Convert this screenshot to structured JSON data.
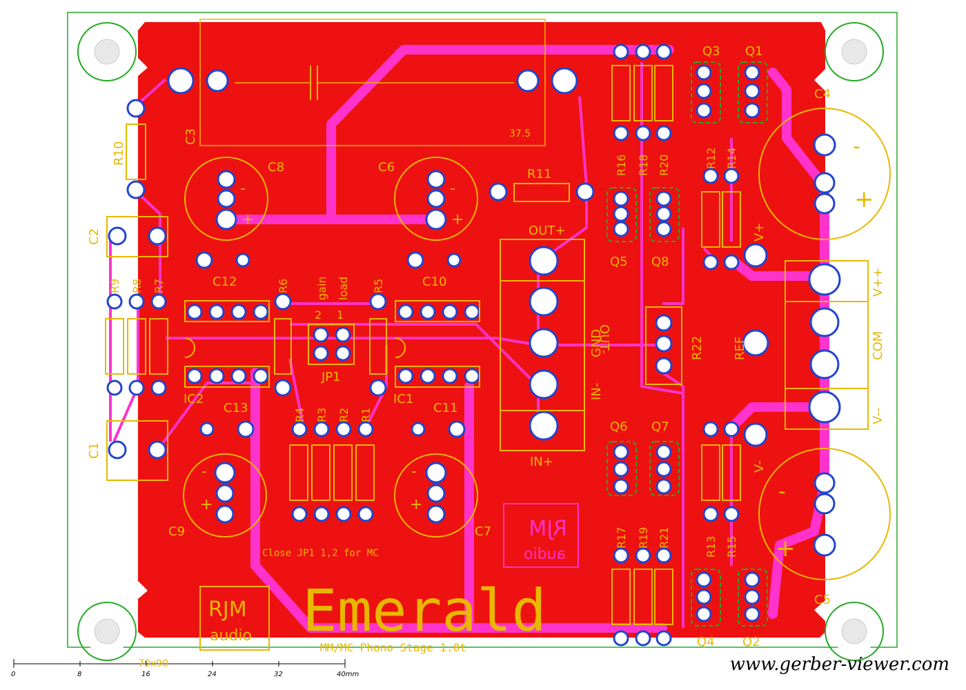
{
  "colors": {
    "copper": "#ee1111",
    "trace": "#ff33cc",
    "silk": "#e8b800",
    "outline": "#22aa22",
    "pad": "#ffffff",
    "mask_edge": "#2244cc"
  },
  "board": {
    "title": "Emerald",
    "subtitle": "MM/MC Phono Stage 1.0t",
    "logo_line1": "RJM",
    "logo_line2": "audio",
    "note": "Close JP1 1,2 for MC",
    "mirrored_logo_line1": "RJM",
    "mirrored_logo_line2": "audio",
    "c3_value": "37.5"
  },
  "labels": {
    "c3": "C3",
    "c8": "C8",
    "c6": "C6",
    "c4": "C4",
    "c5": "C5",
    "c2": "C2",
    "c1": "C1",
    "c12": "C12",
    "c10": "C10",
    "c13": "C13",
    "c11": "C11",
    "c9": "C9",
    "c7": "C7",
    "r10": "R10",
    "r11": "R11",
    "r9": "R9",
    "r8": "R8",
    "r7": "R7",
    "r6": "R6",
    "r5": "R5",
    "r4": "R4",
    "r3": "R3",
    "r2": "R2",
    "r1": "R1",
    "r16": "R16",
    "r18": "R18",
    "r20": "R20",
    "r12": "R12",
    "r14": "R14",
    "r17": "R17",
    "r19": "R19",
    "r21": "R21",
    "r13": "R13",
    "r15": "R15",
    "r22": "R22",
    "q1": "Q1",
    "q2": "Q2",
    "q3": "Q3",
    "q4": "Q4",
    "q5": "Q5",
    "q6": "Q6",
    "q7": "Q7",
    "q8": "Q8",
    "ic1": "IC1",
    "ic2": "IC2",
    "jp1": "JP1",
    "gain": "gain",
    "load": "load",
    "jp_pin2": "2",
    "jp_pin1": "1",
    "out_plus": "OUT+",
    "out_minus": "OUT-",
    "gnd": "GND",
    "in_minus": "IN-",
    "in_plus": "IN+",
    "ref": "REF",
    "v_plus": "V+",
    "v_minus": "V-",
    "vpp": "V++",
    "com": "COM",
    "vmm": "V--",
    "plus": "+",
    "minus": "-"
  },
  "scale": {
    "ticks": [
      "0",
      "8",
      "16",
      "24",
      "32",
      "40mm"
    ],
    "size_label": "70x90"
  },
  "watermark": "www.gerber-viewer.com"
}
